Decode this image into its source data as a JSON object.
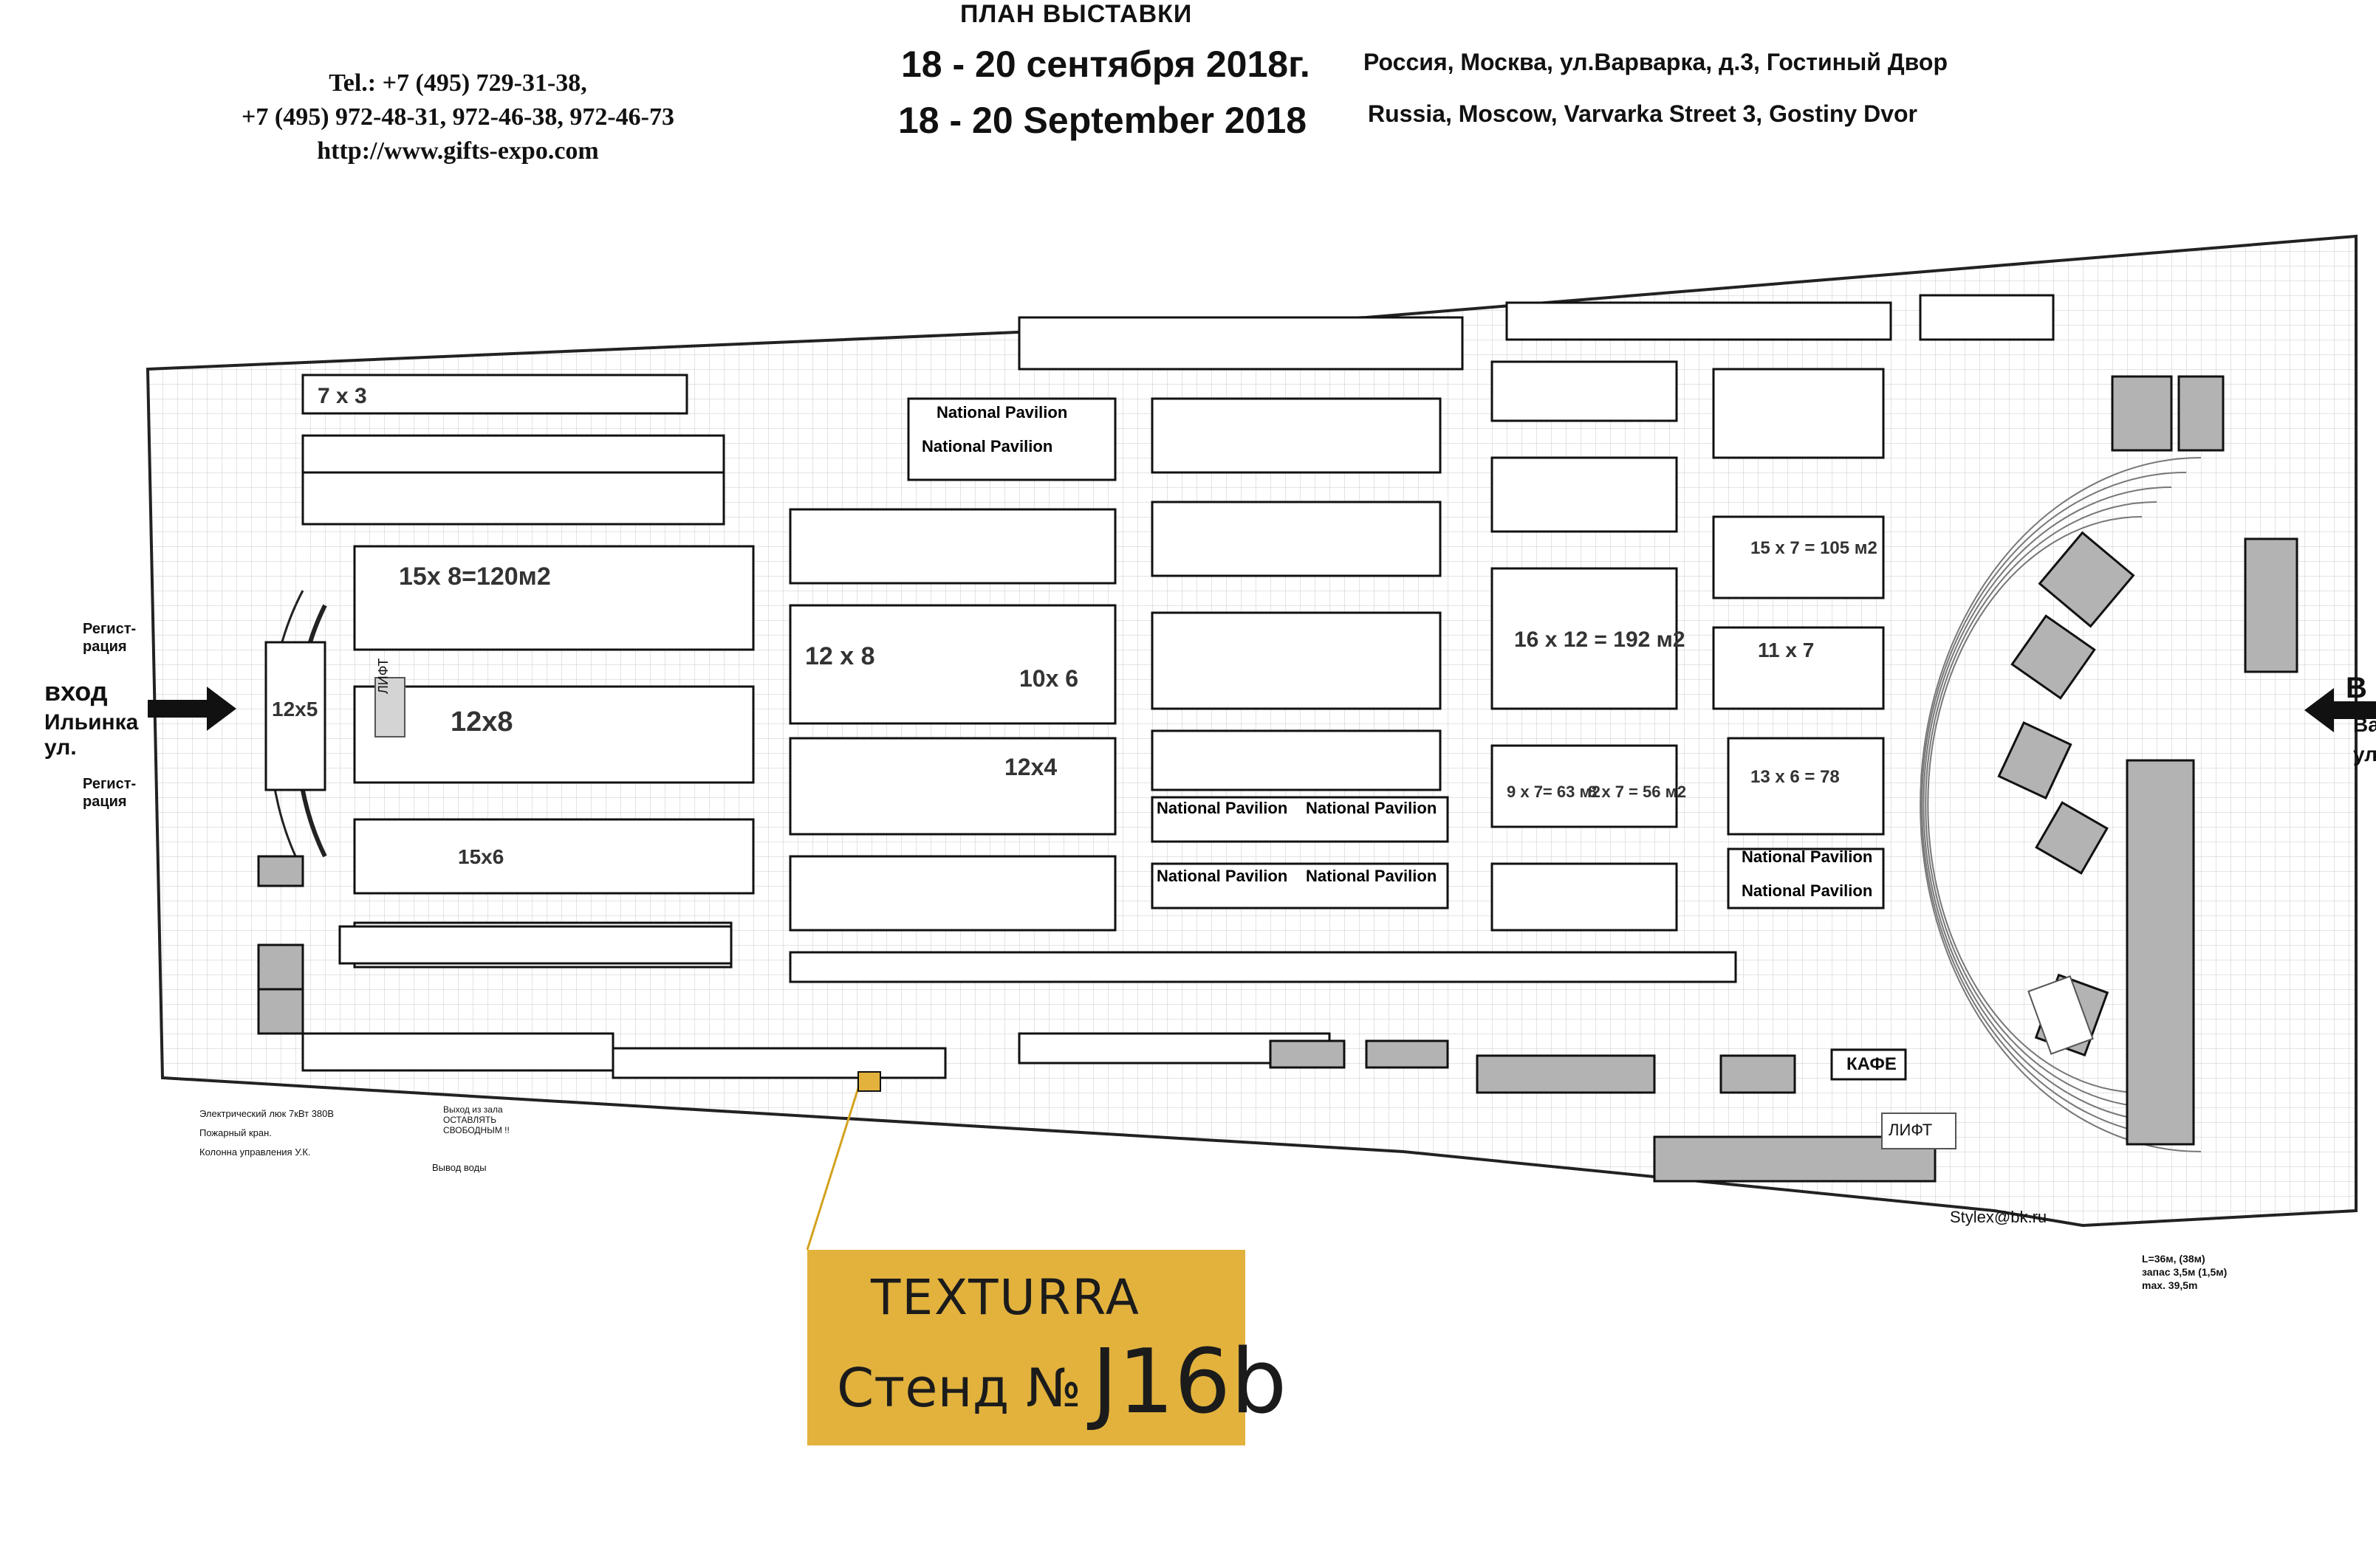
{
  "header": {
    "title_ru": "ПЛАН ВЫСТАВКИ",
    "dates_ru": "18 - 20 сентября 2018г.",
    "dates_en": "18 - 20 September 2018",
    "address_ru": "Россия, Москва, ул.Варварка, д.3, Гостиный Двор",
    "address_en": "Russia, Moscow, Varvarka Street 3, Gostiny Dvor",
    "phone_line1": "Tel.: +7 (495) 729-31-38,",
    "phone_line2": "+7 (495) 972-48-31, 972-46-38, 972-46-73",
    "website": "http://www.gifts-expo.com"
  },
  "entrances": {
    "left_word": "вход",
    "left_street_1": "Ильинка",
    "left_street_2": "ул.",
    "right_word_partial": "В",
    "right_street_1": "Ва",
    "right_street_2": "ул",
    "registration_1": "Регист-",
    "registration_2": "рация"
  },
  "fixtures": {
    "lift": "ЛИФТ",
    "cafe": "КАФЕ",
    "watermark": "Stylex@bk.ru"
  },
  "legend": {
    "items": [
      "Электрический люк 7кВт 380В",
      "Пожарный кран.",
      "Колонна управления У.К.",
      "Вывод воды"
    ],
    "exit_note": "Выход из зала ОСТАВЛЯТЬ СВОБОДНЫМ !!",
    "lengths": [
      "L=36м, (38м)",
      "запас 3,5м (1,5м)",
      "max. 39,5m"
    ]
  },
  "halls": {
    "big_stands": [
      {
        "id": "A91-row",
        "text": "7 x 3"
      },
      {
        "id": "big1",
        "text": "15x 8=120м2"
      },
      {
        "id": "big2",
        "text": "12x8"
      },
      {
        "id": "big3",
        "text": "12 x 8"
      },
      {
        "id": "big4",
        "text": "16 x 12 = 192 м2"
      },
      {
        "id": "big5",
        "text": "15 x 7 = 105 м2"
      },
      {
        "id": "big6",
        "text": "11 x 7"
      },
      {
        "id": "big7",
        "text": "13 x 6 = 78"
      },
      {
        "id": "big8",
        "text": "9 x 7= 63 м2"
      },
      {
        "id": "big9",
        "text": "8 x 7 = 56 м2"
      },
      {
        "id": "big10",
        "text": "12x5"
      },
      {
        "id": "big11",
        "text": "15x6"
      },
      {
        "id": "big12",
        "text": "10x 6"
      },
      {
        "id": "big13",
        "text": "12x4"
      }
    ],
    "pavilion_label": "National Pavilion"
  },
  "callout": {
    "brand": "TEXTURRA",
    "stand_prefix": "Стенд №",
    "stand_number": "J16b"
  }
}
